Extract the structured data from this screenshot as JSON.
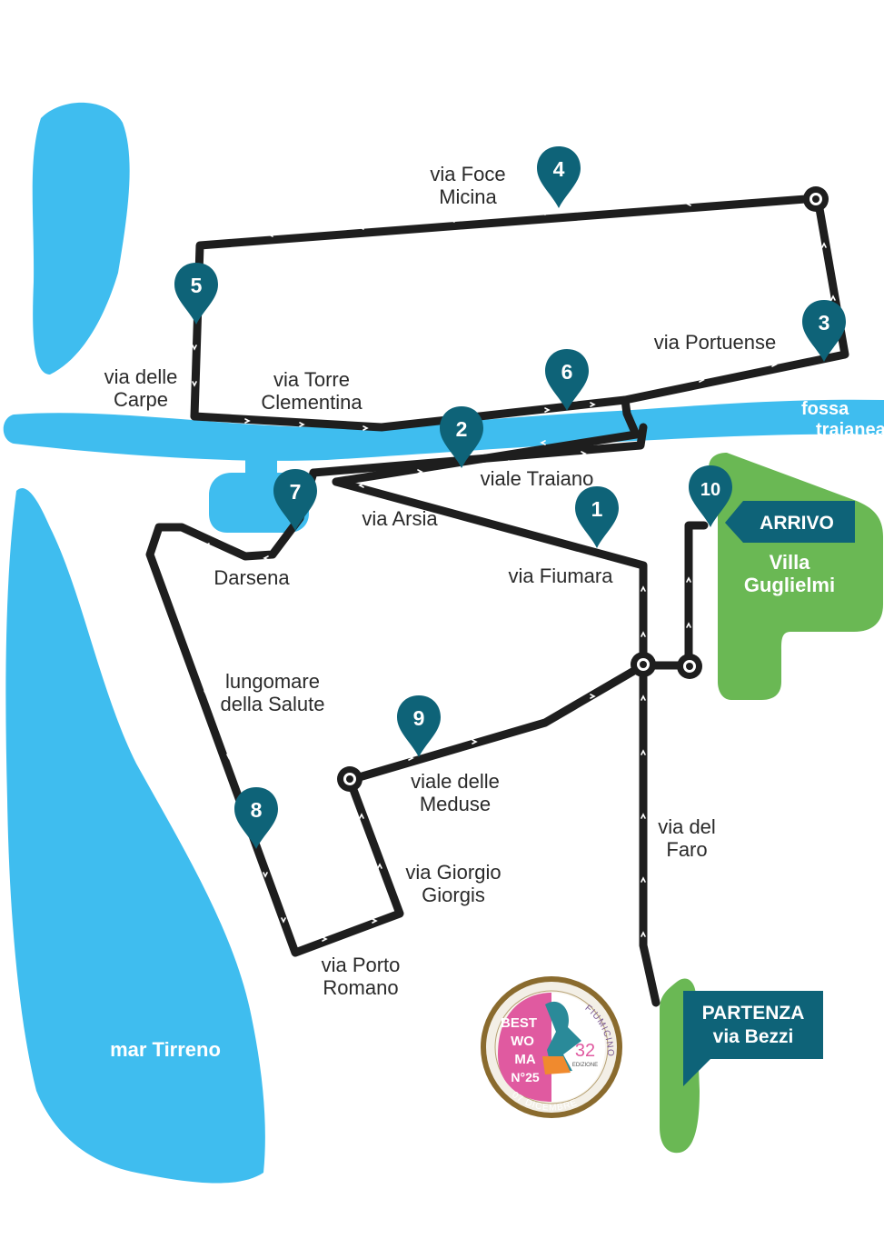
{
  "colors": {
    "water": "#3fbdef",
    "park": "#6ab854",
    "route": "#1e1e1e",
    "pin": "#0e6378",
    "flag": "#0e6378",
    "logo_ring": "#8a6b2e",
    "logo_pink": "#e05aa0",
    "logo_teal": "#2a8a99"
  },
  "streets": {
    "via_foce_micina": [
      "via Foce",
      "Micina"
    ],
    "via_portuense": "via Portuense",
    "via_delle_carpe": [
      "via delle",
      "Carpe"
    ],
    "via_torre_clementina": [
      "via Torre",
      "Clementina"
    ],
    "fossa_traianea": [
      "fossa",
      "traianea"
    ],
    "viale_traiano": "viale Traiano",
    "via_arsia": "via Arsia",
    "via_fiumara": "via Fiumara",
    "darsena": "Darsena",
    "lungomare": [
      "lungomare",
      "della Salute"
    ],
    "viale_meduse": [
      "viale delle",
      "Meduse"
    ],
    "via_del_faro": [
      "via del",
      "Faro"
    ],
    "via_giorgio_giorgis": [
      "via Giorgio",
      "Giorgis"
    ],
    "via_porto_romano": [
      "via Porto",
      "Romano"
    ],
    "villa_guglielmi": [
      "Villa",
      "Guglielmi"
    ],
    "mar_tirreno": "mar Tirreno"
  },
  "markers": [
    "1",
    "2",
    "3",
    "4",
    "5",
    "6",
    "7",
    "8",
    "9",
    "10"
  ],
  "flags": {
    "arrivo": "ARRIVO",
    "partenza": [
      "PARTENZA",
      "via Bezzi"
    ]
  },
  "logo": {
    "best": "BEST",
    "wo": "WO",
    "ma": "MA",
    "n": "N°25",
    "edition_num": "32",
    "edition_word": "EDIZIONE",
    "city": "FIUMICINO",
    "date": "07 DICEMBRE"
  }
}
